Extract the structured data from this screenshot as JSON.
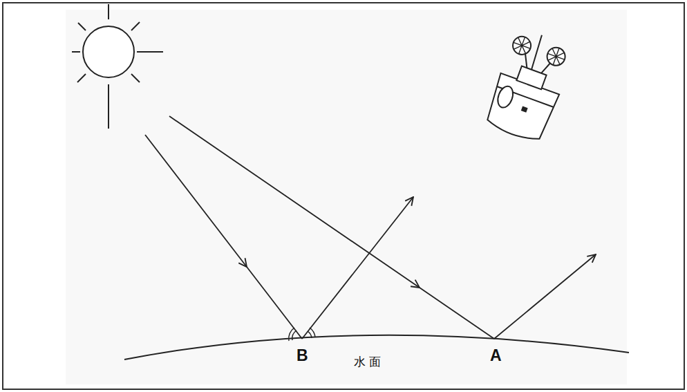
{
  "diagram": {
    "labels": [
      "B",
      "水 面",
      "A"
    ]
  }
}
